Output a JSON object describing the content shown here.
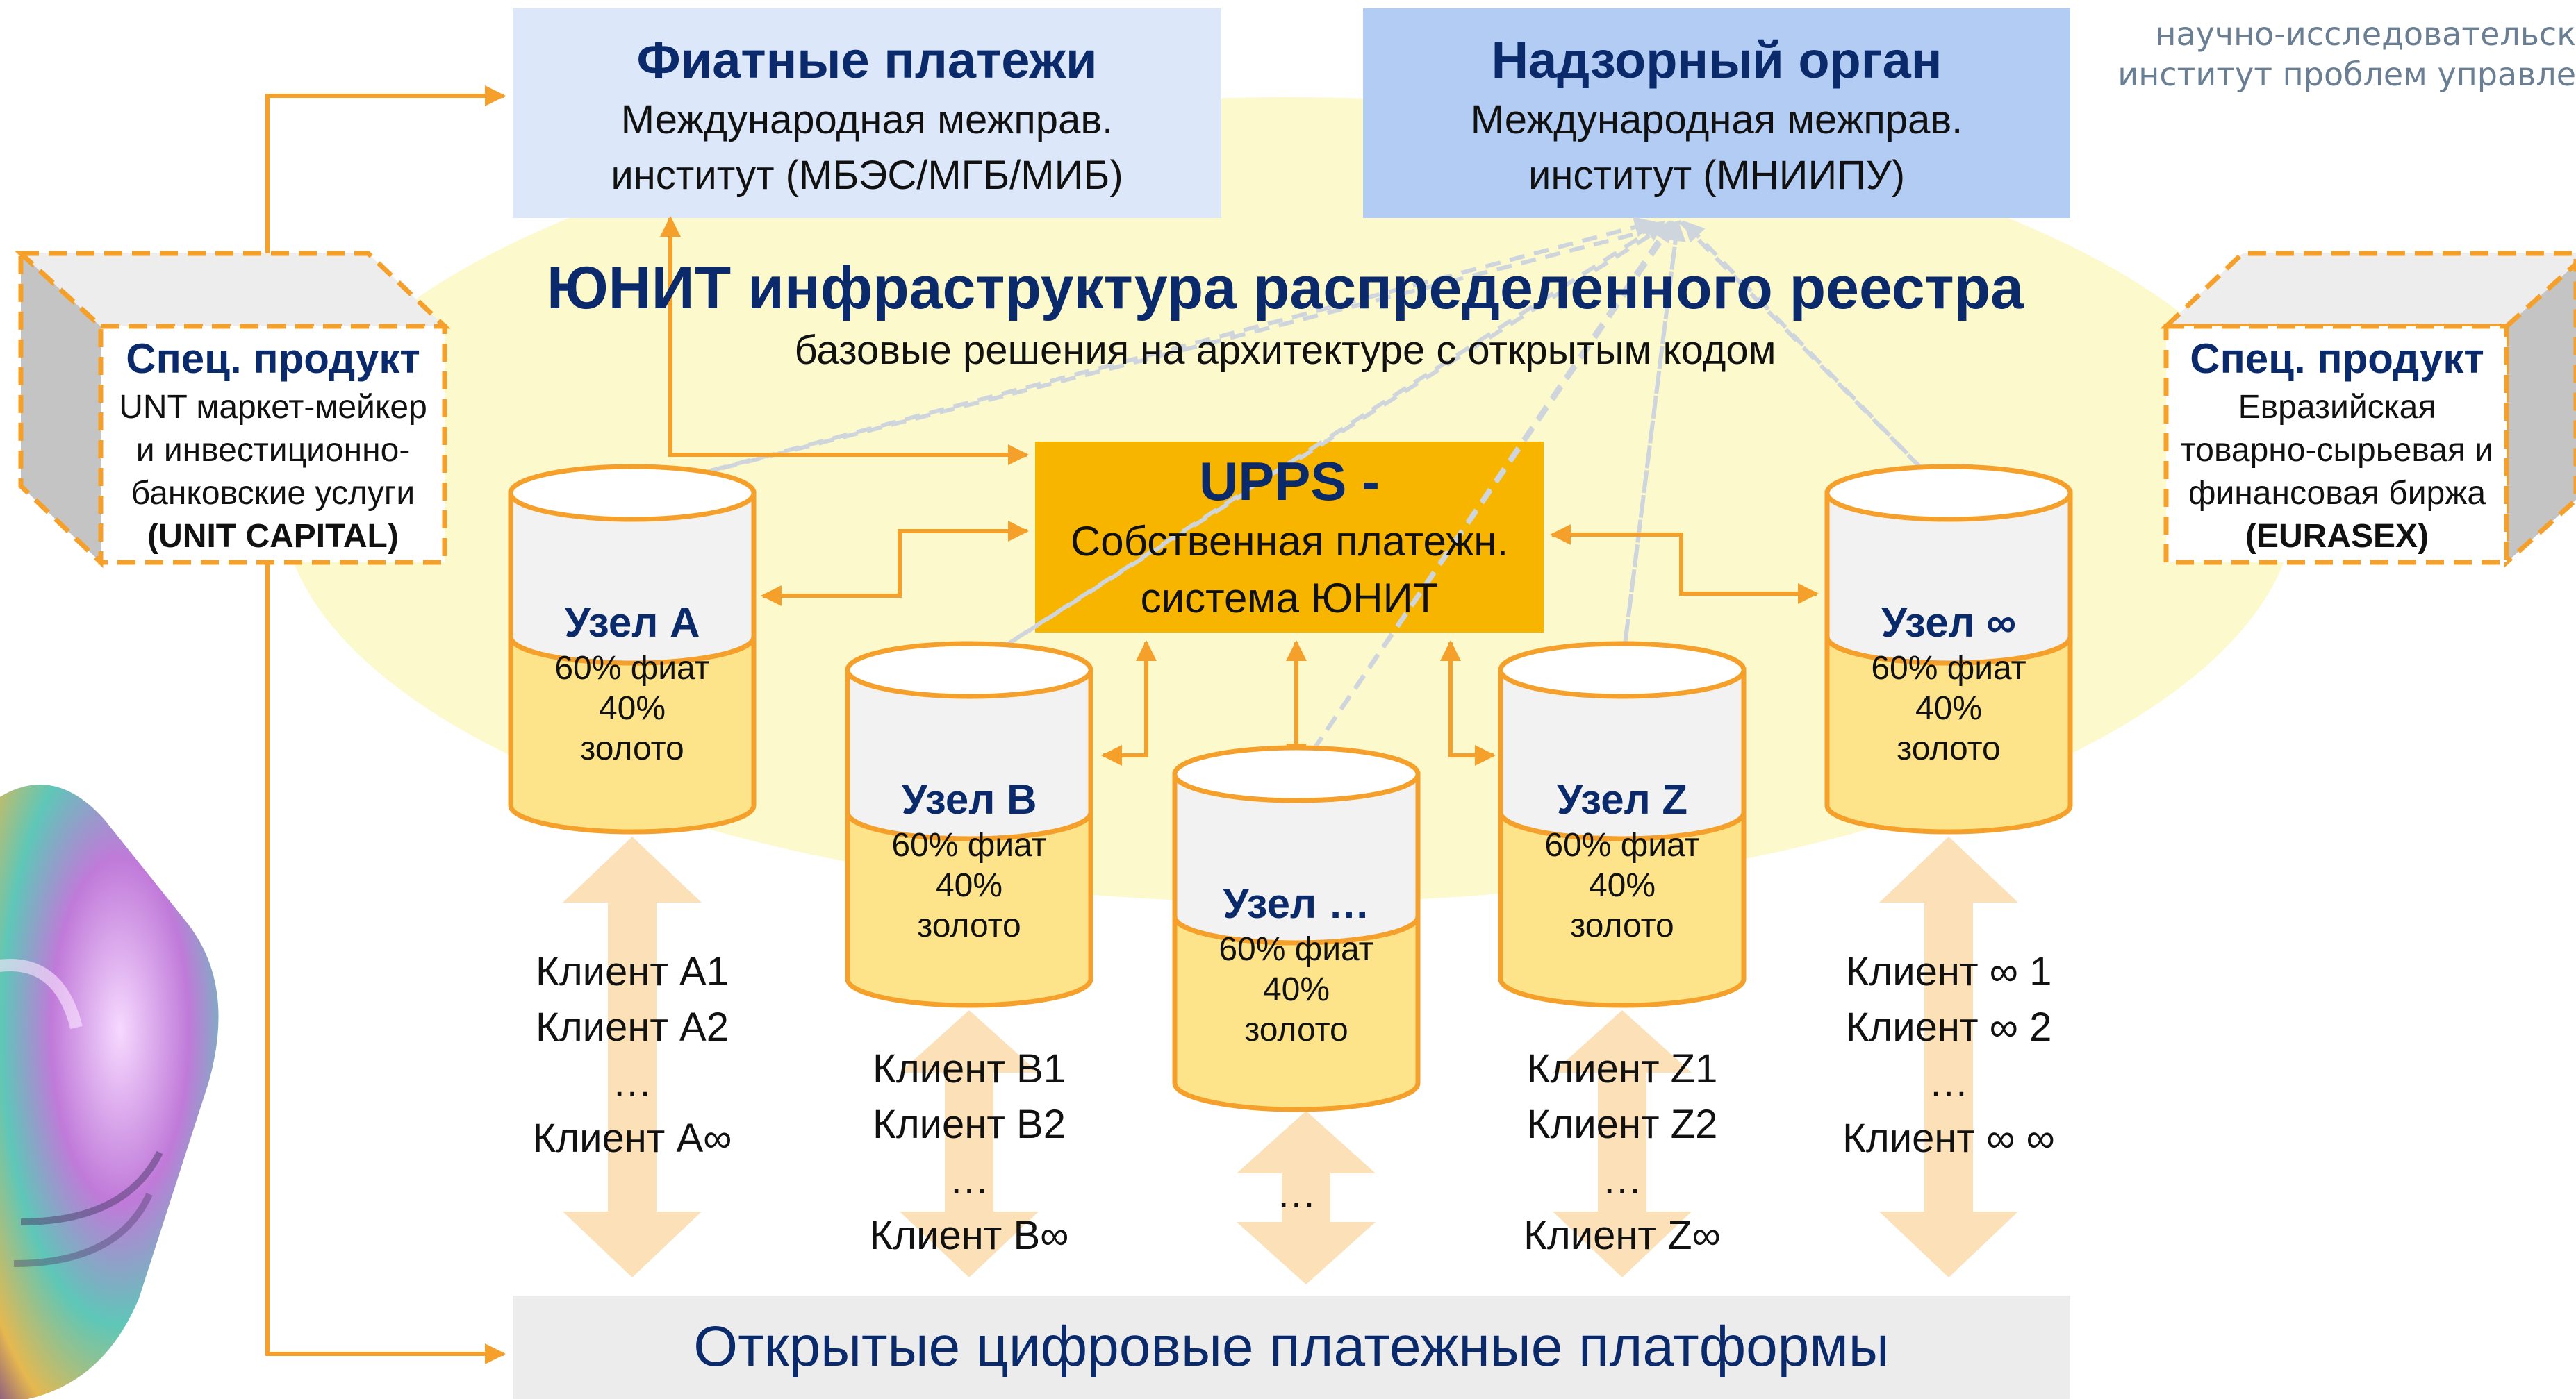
{
  "corner_caption": {
    "line1": "научно-исследовательск",
    "line2": "институт проблем управле"
  },
  "fiat": {
    "title": "Фиатные платежи",
    "line1": "Международная межправ.",
    "line2": "институт (МБЭС/МГБ/МИБ)"
  },
  "supervisor": {
    "title": "Надзорный орган",
    "line1": "Международная межправ.",
    "line2": "институт (МНИИПУ)"
  },
  "infra": {
    "title": "ЮНИТ инфраструктура распределенного реестра",
    "subtitle": "базовые решения на архитектуре с открытым кодом"
  },
  "upps": {
    "title": "UPPS -",
    "line1": "Собственная платежн.",
    "line2": "система ЮНИТ"
  },
  "spec_left": {
    "title": "Спец. продукт",
    "line1": "UNT маркет-мейкер",
    "line2": "и инвестиционно-",
    "line3": "банковские услуги",
    "line4": "(UNIT CAPITAL)"
  },
  "spec_right": {
    "title": "Спец. продукт",
    "line1": "Евразийская",
    "line2": "товарно-сырьевая и",
    "line3": "финансовая биржа",
    "line4": "(EURASEX)"
  },
  "nodes": [
    {
      "title": "Узел А",
      "fiat": "60% фиат",
      "gold1": "40%",
      "gold2": "золото"
    },
    {
      "title": "Узел В",
      "fiat": "60% фиат",
      "gold1": "40%",
      "gold2": "золото"
    },
    {
      "title": "Узел …",
      "fiat": "60% фиат",
      "gold1": "40%",
      "gold2": "золото"
    },
    {
      "title": "Узел Z",
      "fiat": "60% фиат",
      "gold1": "40%",
      "gold2": "золото"
    },
    {
      "title": "Узел ∞",
      "fiat": "60% фиат",
      "gold1": "40%",
      "gold2": "золото"
    }
  ],
  "clients": [
    [
      "Клиент А1",
      "Клиент А2",
      "…",
      "Клиент А∞"
    ],
    [
      "Клиент В1",
      "Клиент В2",
      "…",
      "Клиент В∞"
    ],
    [
      "…"
    ],
    [
      "Клиент Z1",
      "Клиент Z2",
      "…",
      "Клиент Z∞"
    ],
    [
      "Клиент ∞ 1",
      "Клиент ∞ 2",
      "…",
      "Клиент ∞ ∞"
    ]
  ],
  "platforms": {
    "label": "Открытые цифровые платежные платформы"
  },
  "colors": {
    "navy": "#0b2a6b",
    "orange_line": "#f5a02a",
    "upps_fill": "#f7b500",
    "gold_fill": "#fde48a",
    "client_arrow": "#fbe0b8",
    "fiat_box": "#dce8fa",
    "supervisor_box": "#b3ccf3",
    "ellipse": "#fbf8c4"
  },
  "icons": {
    "coin": "gradient-coin-icon"
  }
}
